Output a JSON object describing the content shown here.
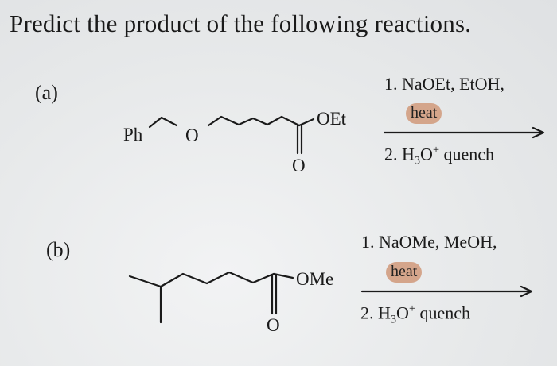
{
  "title": "Predict the product of the following reactions.",
  "part_a": {
    "label": "(a)",
    "atoms": {
      "ph": "Ph",
      "ether_o": "O",
      "ester_oet": "OEt",
      "carbonyl_o": "O"
    },
    "step1": "1. NaOEt, EtOH,",
    "heat": "heat",
    "step2_prefix": "2. H",
    "step2_sub": "3",
    "step2_o": "O",
    "step2_sup": "+",
    "step2_suffix": " quench"
  },
  "part_b": {
    "label": "(b)",
    "atoms": {
      "ester_ome": "OMe",
      "carbonyl_o": "O"
    },
    "step1": "1. NaOMe, MeOH,",
    "heat": "heat",
    "step2_prefix": "2. H",
    "step2_sub": "3",
    "step2_o": "O",
    "step2_sup": "+",
    "step2_suffix": " quench"
  },
  "colors": {
    "heat_highlight": "#d4a58b",
    "ink": "#1a1a1a"
  }
}
